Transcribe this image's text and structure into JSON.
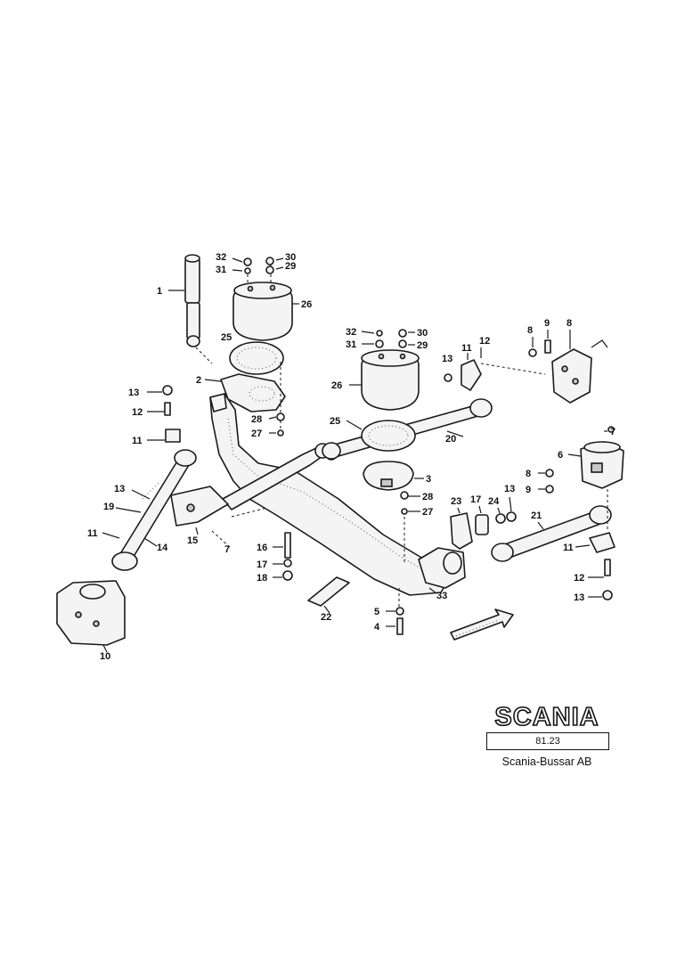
{
  "callouts": {
    "c1": "1",
    "c2": "2",
    "c3": "3",
    "c4": "4",
    "c5": "5",
    "c6": "6",
    "c7": "7",
    "c8": "8",
    "c9": "9",
    "c10": "10",
    "c11": "11",
    "c12": "12",
    "c13": "13",
    "c14": "14",
    "c15": "15",
    "c16": "16",
    "c17": "17",
    "c18": "18",
    "c19": "19",
    "c20": "20",
    "c21": "21",
    "c22": "22",
    "c23": "23",
    "c24": "24",
    "c25": "25",
    "c26": "26",
    "c27": "27",
    "c28": "28",
    "c29": "29",
    "c30": "30",
    "c31": "31",
    "c32": "32",
    "c33": "33"
  },
  "title_block": {
    "brand": "SCANIA",
    "page_code": "81.23",
    "company": "Scania-Bussar AB"
  },
  "colors": {
    "ink": "#1a1a1a",
    "paper": "#ffffff"
  }
}
